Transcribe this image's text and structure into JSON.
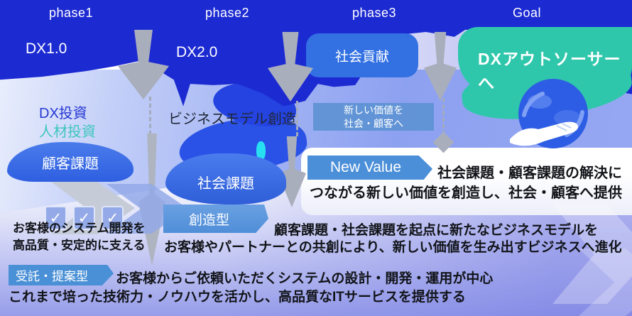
{
  "colors": {
    "primary_blue": "#1c2ad2",
    "teal": "#2fc7ac",
    "badge_blue": "#3371e3",
    "ribbon_blue": "#4b8fd8",
    "blob_blue": "#3a6ee8",
    "cyan_accent": "#28dff2",
    "invest_text_blue": "#2637d4",
    "invest_text_teal": "#3ec6be",
    "arrow_gray": "#a9aebc"
  },
  "phases": {
    "phase1": {
      "label": "phase1",
      "tier": "DX1.0"
    },
    "phase2": {
      "label": "phase2",
      "tier": "DX2.0"
    },
    "phase3": {
      "label": "phase3",
      "badge": "社会貢献"
    },
    "goal": {
      "label": "Goal",
      "badge": "DXアウトソーサーへ"
    }
  },
  "middle": {
    "investment_line1": "DX投資",
    "investment_line2": "人材投資",
    "business_model": "ビジネスモデル創造",
    "value_box_line1": "新しい価値を",
    "value_box_line2": "社会・顧客へ",
    "customer_issue": "顧客課題",
    "social_issue": "社会課題"
  },
  "rows": {
    "new_value": {
      "ribbon": "New Value",
      "line1": "社会課題・顧客課題の解決に",
      "line2": "つながる新しい価値を創造し、社会・顧客へ提供"
    },
    "creation": {
      "ribbon": "創造型",
      "line1": "顧客課題・社会課題を起点に新たなビジネスモデルを",
      "line2": "お客様やパートナーとの共創により、新しい価値を生み出すビジネスへ進化"
    },
    "contract": {
      "ribbon": "受託・提案型",
      "line1": "お客様からご依頼いただくシステムの設計・開発・運用が中心",
      "line2": "これまで培った技術力・ノウハウを活かし、高品質なITサービスを提供する"
    },
    "checklist": {
      "line1": "お客様のシステム開発を",
      "line2": "高品質・安定的に支える"
    }
  },
  "icons": {
    "checkbox": "✓"
  }
}
